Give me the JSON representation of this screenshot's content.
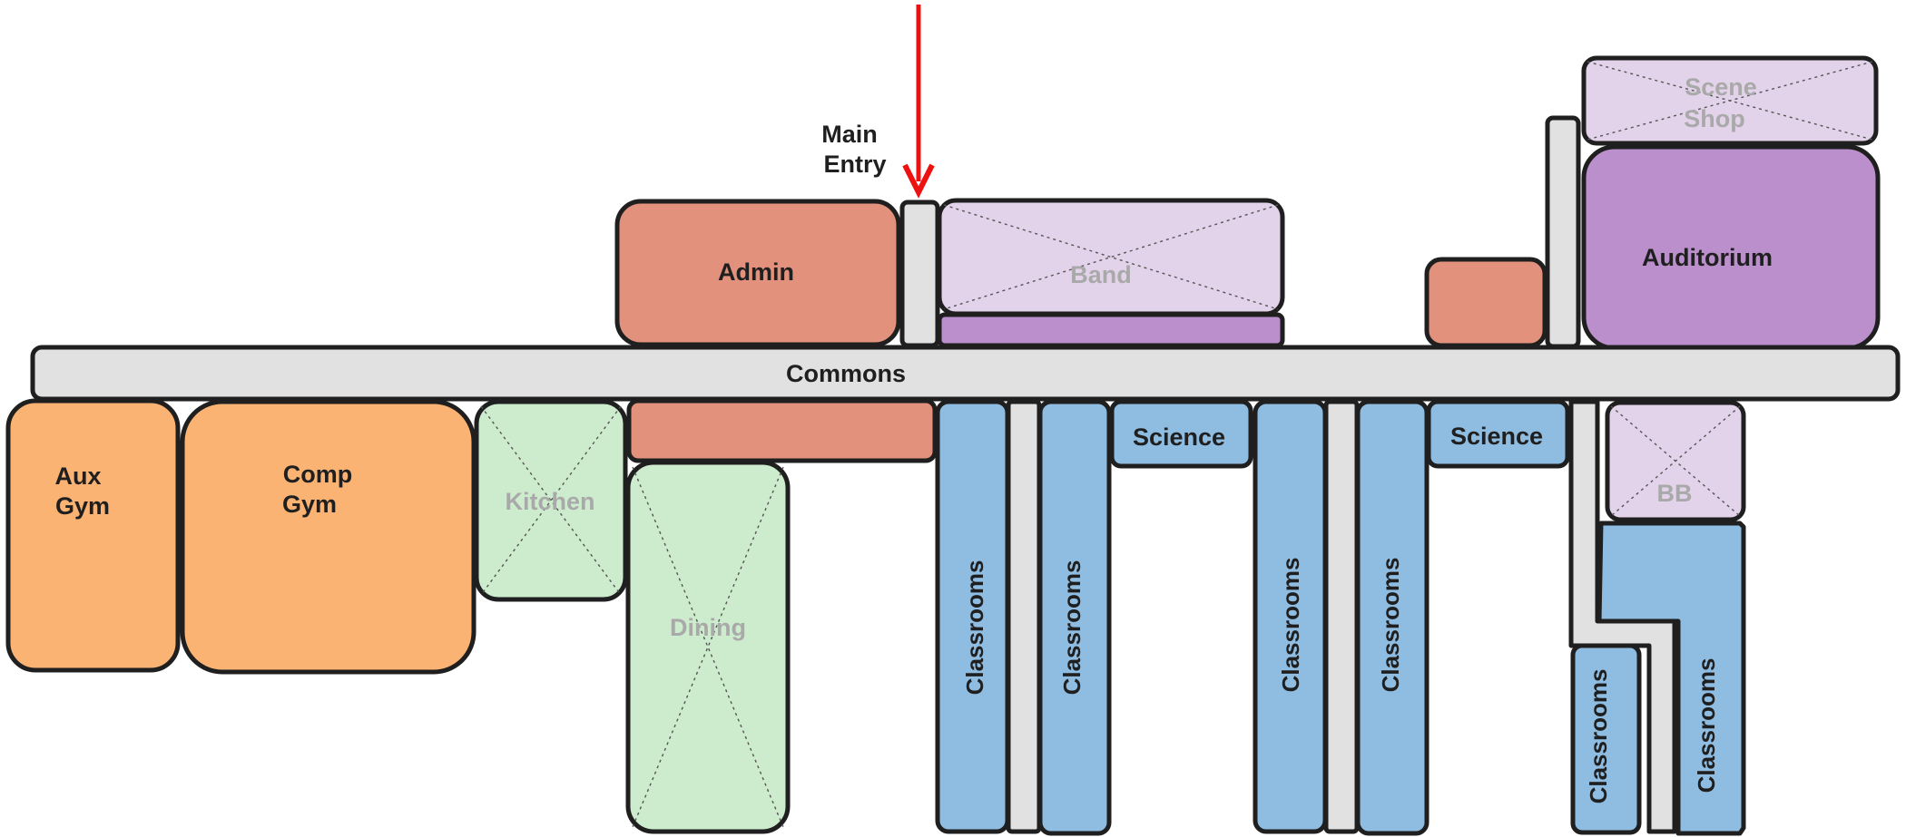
{
  "colors": {
    "admin": "#e2917d",
    "gym": "#fbb373",
    "food": "#cdecce",
    "classroom": "#8fbce1",
    "band_light": "#e3d3ea",
    "performing": "#bb8fcc",
    "corridor": "#e0e1e0",
    "outline": "#1f1f1f",
    "entry_arrow": "#ee1111"
  },
  "entry": {
    "label_line1": "Main",
    "label_line2": "Entry"
  },
  "rooms": {
    "commons": "Commons",
    "admin": "Admin",
    "band": "Band",
    "auditorium": "Auditorium",
    "scene_shop_line1": "Scene",
    "scene_shop_line2": "Shop",
    "aux_gym_line1": "Aux",
    "aux_gym_line2": "Gym",
    "comp_gym_line1": "Comp",
    "comp_gym_line2": "Gym",
    "kitchen": "Kitchen",
    "dining": "Dining",
    "science_1": "Science",
    "science_2": "Science",
    "bb": "BB",
    "classrooms": [
      "Classrooms",
      "Classrooms",
      "Classrooms",
      "Classrooms",
      "Classrooms",
      "Classrooms"
    ]
  }
}
